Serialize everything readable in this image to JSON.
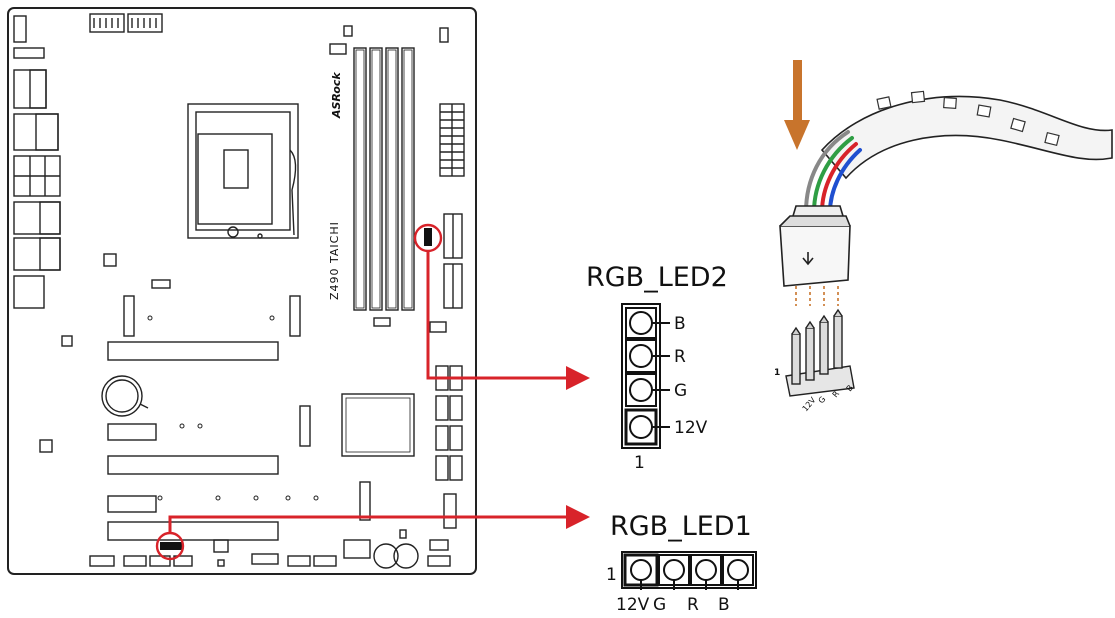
{
  "board": {
    "model_text": "Z490 TAICHI",
    "brand_text": "ASRock"
  },
  "rgb_led2": {
    "title": "RGB_LED2",
    "pins": [
      "B",
      "R",
      "G",
      "12V"
    ],
    "pin1_label": "1"
  },
  "rgb_led1": {
    "title": "RGB_LED1",
    "pins": [
      "12V",
      "G",
      "R",
      "B"
    ],
    "pin1_label": "1"
  },
  "cable": {
    "pin1_label": "1",
    "pin_labels": [
      "12V",
      "G",
      "R",
      "B"
    ]
  },
  "colors": {
    "highlight": "#d8232a",
    "arrow": "#c8742c",
    "outline": "#222222"
  }
}
